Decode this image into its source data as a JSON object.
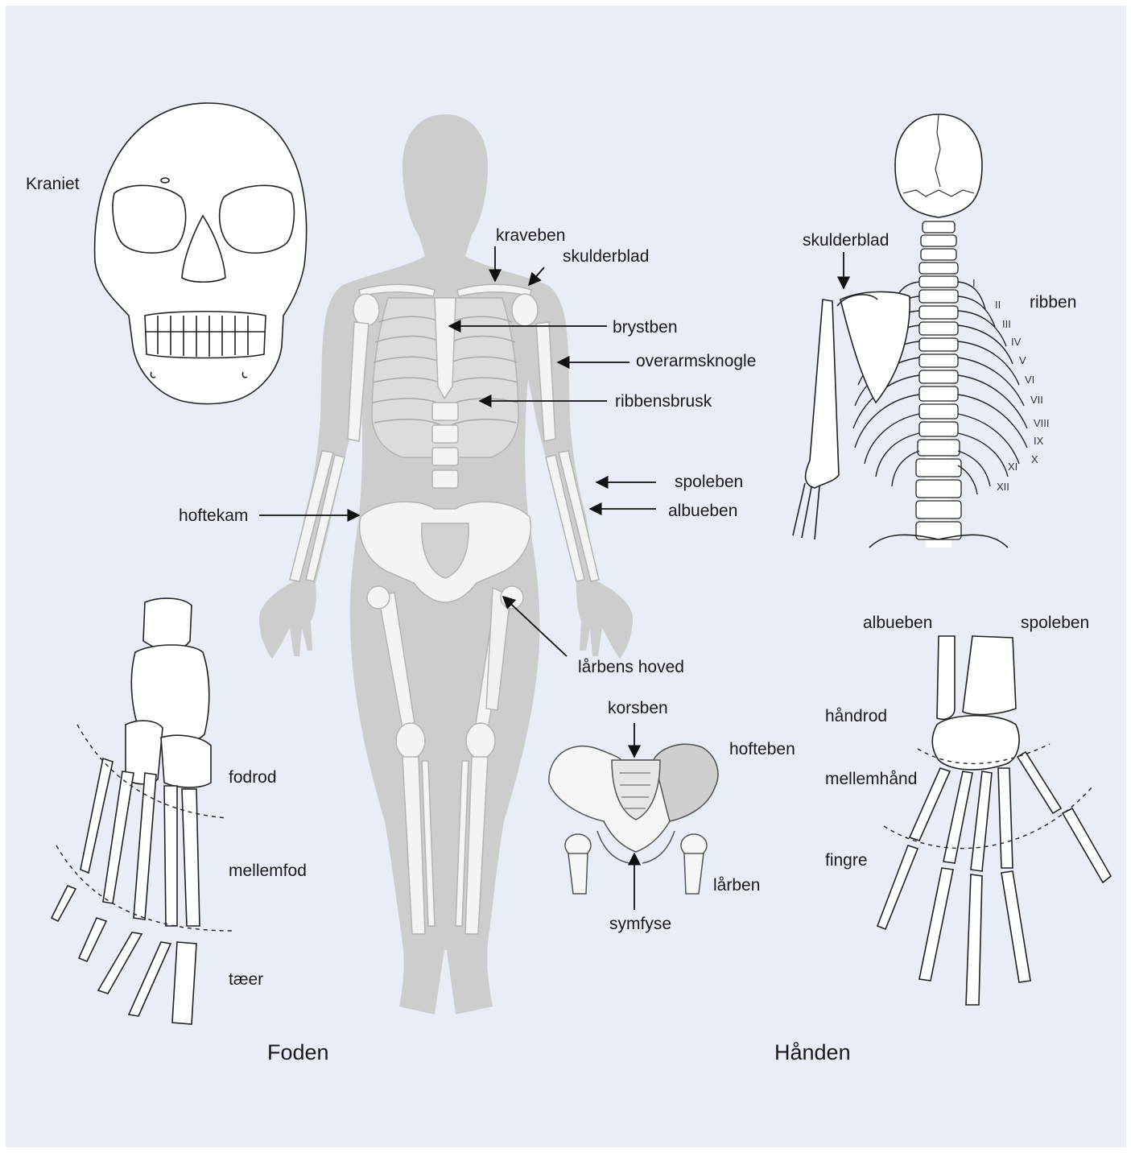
{
  "skull": {
    "title": "Kraniet"
  },
  "body": {
    "labels": {
      "clavicle": "kraveben",
      "scapula": "skulderblad",
      "sternum": "brystben",
      "humerus": "overarmsknogle",
      "costal_cartilage": "ribbensbrusk",
      "radius": "spoleben",
      "ulna": "albueben",
      "iliac_crest": "hoftekam",
      "femoral_head": "lårbens hoved"
    }
  },
  "back": {
    "scapula": "skulderblad",
    "ribs": "ribben",
    "rib_numbers": [
      "I",
      "II",
      "III",
      "IV",
      "V",
      "VI",
      "VII",
      "VIII",
      "IX",
      "X",
      "XI",
      "XII"
    ]
  },
  "pelvis": {
    "sacrum": "korsben",
    "hip_bone": "hofteben",
    "femur": "lårben",
    "symphysis": "symfyse"
  },
  "foot": {
    "title": "Foden",
    "tarsus": "fodrod",
    "metatarsus": "mellemfod",
    "toes": "tæer"
  },
  "hand": {
    "title": "Hånden",
    "ulna": "albueben",
    "radius": "spoleben",
    "carpus": "håndrod",
    "metacarpus": "mellemhånd",
    "fingers": "fingre"
  }
}
